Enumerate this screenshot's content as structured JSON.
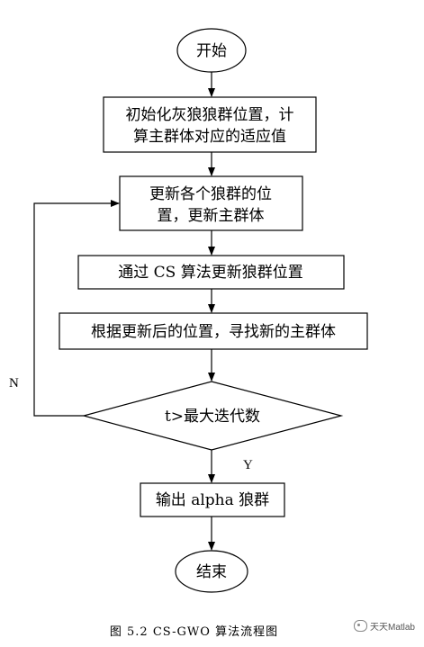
{
  "flowchart": {
    "start": "开始",
    "init_line1": "初始化灰狼狼群位置，计",
    "init_line2": "算主群体对应的适应值",
    "update_line1": "更新各个狼群的位",
    "update_line2": "置，更新主群体",
    "cs_update": "通过 CS 算法更新狼群位置",
    "find_main": "根据更新后的位置，寻找新的主群体",
    "condition": "t>最大迭代数",
    "no_label": "N",
    "yes_label": "Y",
    "output": "输出 alpha 狼群",
    "end": "结束"
  },
  "caption": "图 5.2   CS-GWO 算法流程图",
  "watermark": "天天Matlab"
}
